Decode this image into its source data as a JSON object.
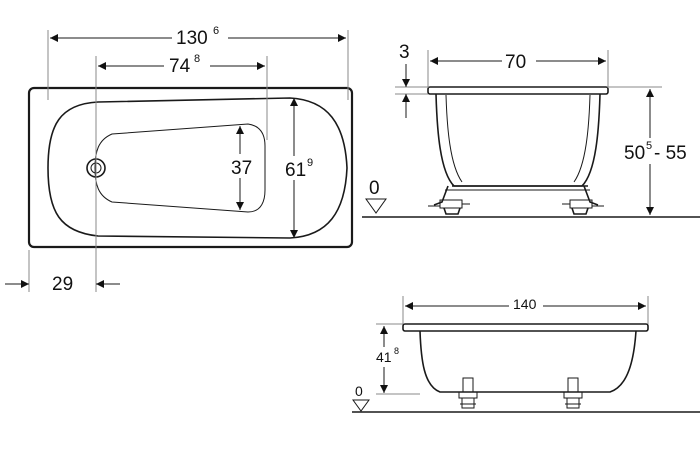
{
  "top_view": {
    "length": {
      "main": "130",
      "sup": "6"
    },
    "inner_length": {
      "main": "74",
      "sup": "8"
    },
    "bottom_width": "37",
    "width": {
      "main": "61",
      "sup": "9"
    },
    "drain_offset": "29"
  },
  "front_view": {
    "rim_height": "3",
    "width": "70",
    "height": {
      "main": "50",
      "sup": "5",
      "suffix": " - 55"
    },
    "floor_level": "0"
  },
  "side_view": {
    "length": "140",
    "height": {
      "main": "41",
      "sup": "8"
    },
    "floor_level": "0"
  }
}
